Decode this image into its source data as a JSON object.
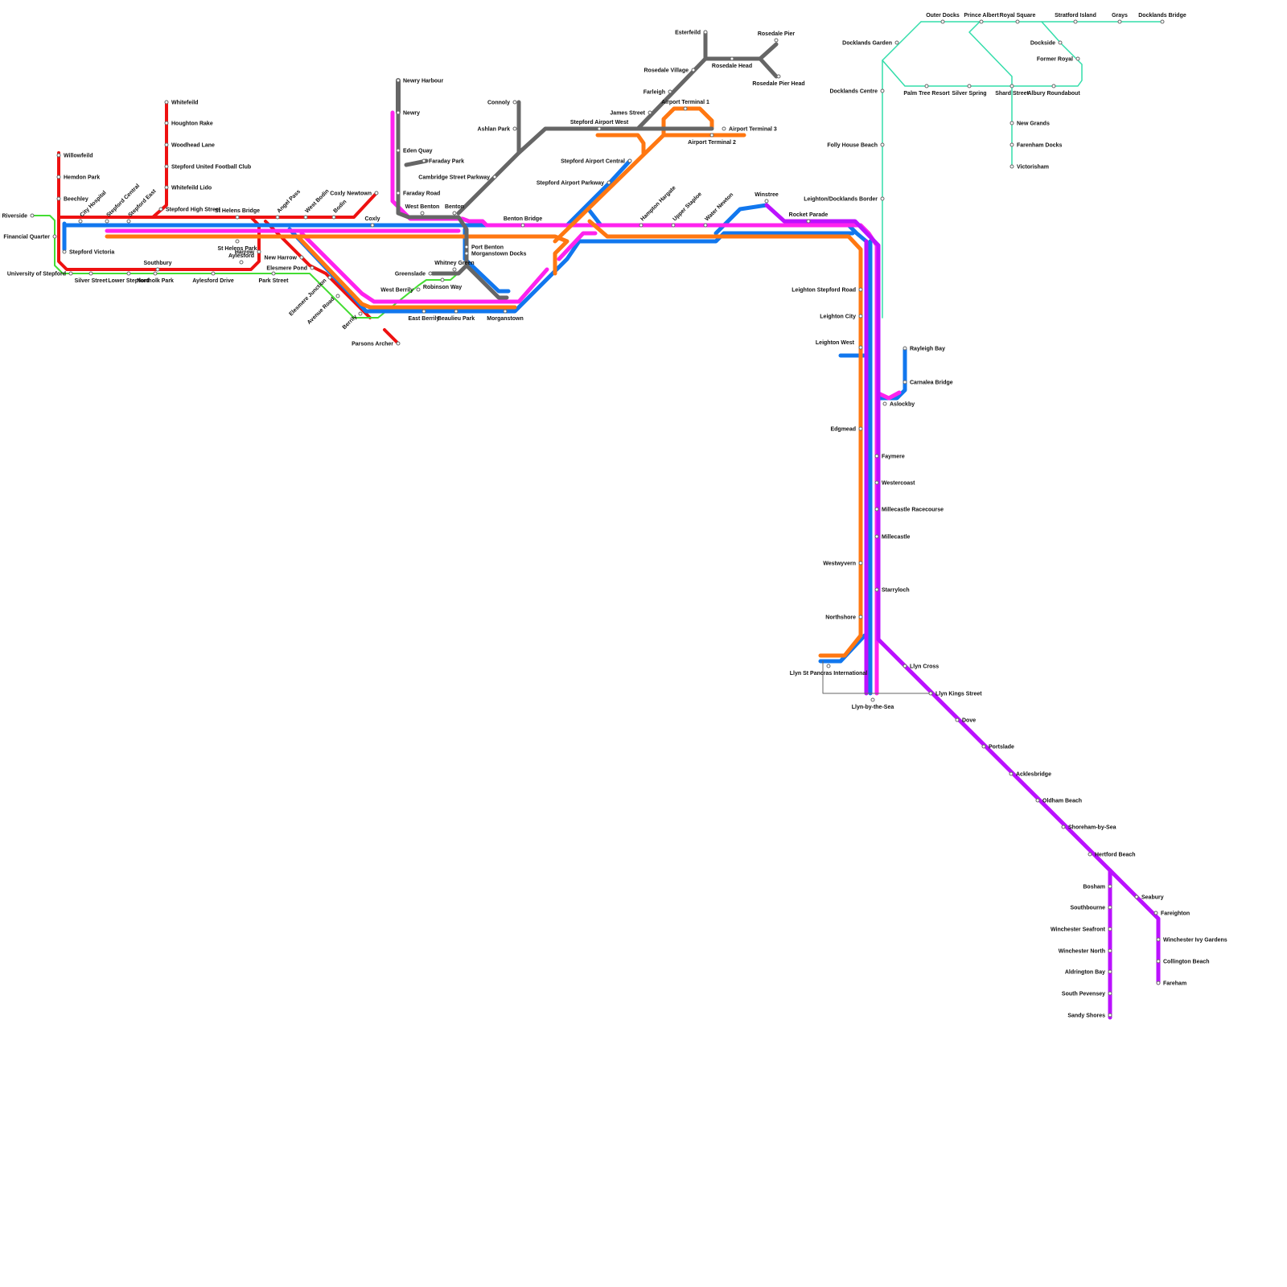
{
  "lines": [
    {
      "id": "red",
      "color": "#ee1111"
    },
    {
      "id": "green",
      "color": "#44dd33"
    },
    {
      "id": "blue",
      "color": "#1177ee"
    },
    {
      "id": "magenta",
      "color": "#ff22ee"
    },
    {
      "id": "orange",
      "color": "#ff7711"
    },
    {
      "id": "grey",
      "color": "#666666"
    },
    {
      "id": "purple",
      "color": "#bb11ff"
    },
    {
      "id": "teal",
      "color": "#33ddaa"
    }
  ],
  "stations": {
    "stepford_riverside": "Stepford Riverside",
    "financial_quarter": "Financial Quarter",
    "university_of_stepford": "University of Stepford",
    "willowfeild": "Willowfeild",
    "hemdon_park": "Hemdon Park",
    "beechley": "Beechley",
    "city_hospital": "City Hospital",
    "stepford_central": "Stepford Central",
    "stepford_east": "Stepford East",
    "stepford_victoria": "Stepford Victoria",
    "whitefeild": "Whitefeild",
    "houghton_rake": "Houghton Rake",
    "woodhead_lane": "Woodhead Lane",
    "stepford_united_fc": "Stepford United Football Club",
    "whitefeild_lido": "Whitefeild Lido",
    "stepford_high_street": "Stepford High Street",
    "st_helens_bridge": "St Helens Bridge",
    "st_helens_park": "St Helens Park",
    "harrow": "Harrow",
    "aylesford": "Aylesford",
    "southbury": "Southbury",
    "silver_street": "Silver Street",
    "lower_stepford": "Lower Stepford",
    "northolk_park": "Northolk Park",
    "aylesford_drive": "Aylesford Drive",
    "park_street": "Park Street",
    "angel_pass": "Angel Pass",
    "west_bodin": "West Bodin",
    "bodin": "Bodin",
    "coxly_newtown": "Coxly Newtown",
    "coxly": "Coxly",
    "new_harrow": "New Harrow",
    "elesmere_pond": "Elesmere Pond",
    "elesmere_junction": "Elesmere Junction",
    "avenue_road": "Avenue Road",
    "berrily": "Berrily",
    "parsons_archer": "Parsons Archer",
    "west_berrily": "West Berrily",
    "east_berrily": "East Berrily",
    "beaulieu_park": "Beaulieu Park",
    "morganstown": "Morganstown",
    "robinson_way": "Robinson Way",
    "greenslade": "Greenslade",
    "whitney_green": "Whitney Green",
    "port_benton": "Port Benton",
    "morganstown_docks": "Morganstown Docks",
    "newry_harbour": "Newry Harbour",
    "newry": "Newry",
    "eden_quay": "Eden Quay",
    "faraday_park": "Faraday Park",
    "faraday_road": "Faraday Road",
    "west_benton": "West Benton",
    "benton": "Benton",
    "benton_bridge": "Benton Bridge",
    "cambridge_street_parkway": "Cambridge Street Parkway",
    "ashlan_park": "Ashlan Park",
    "connoly": "Connoly",
    "stepford_airport_west": "Stepford Airport West",
    "james_street": "James Street",
    "farleigh": "Farleigh",
    "rosedale_village": "Rosedale Village",
    "esterfeild": "Esterfeild",
    "rosedale_head": "Rosedale Head",
    "rosedale_pier": "Rosedale Pier",
    "rosedale_pier_head": "Rosedale Pier Head",
    "airport_terminal_1": "Airport Terminal 1",
    "airport_terminal_2": "Airport Terminal 2",
    "airport_terminal_3": "Airport Terminal 3",
    "stepford_airport_central": "Stepford Airport Central",
    "stepford_airport_parkway": "Stepford Airport Parkway",
    "hampton_hargate": "Hampton Hargate",
    "upper_staploe": "Upper Staploe",
    "water_newton": "Water Newton",
    "winstree": "Winstree",
    "rocket_parade": "Rocket Parade",
    "leighton_stepford_road": "Leighton Stepford Road",
    "leighton_city": "Leighton City",
    "leighton_west": "Leighton West",
    "rayleigh_bay": "Rayleigh Bay",
    "carnalea_bridge": "Carnalea Bridge",
    "aslockby": "Aslockby",
    "edgmead": "Edgmead",
    "faymere": "Faymere",
    "westercoast": "Westercoast",
    "millecastle_racecourse": "Millecastle Racecourse",
    "millecastle": "Millecastle",
    "westwyvern": "Westwyvern",
    "starryloch": "Starryloch",
    "northshore": "Northshore",
    "llyn_st_pancras": "Llyn St Pancras International",
    "llyn_by_the_sea": "Llyn-by-the-Sea",
    "llyn_cross": "Llyn Cross",
    "llyn_kings_street": "Llyn Kings Street",
    "dove": "Dove",
    "portslade": "Portslade",
    "acklesbridge": "Acklesbridge",
    "oldham_beach": "Oldham Beach",
    "shoreham_by_sea": "Shoreham-by-Sea",
    "hertford_beach": "Hertford Beach",
    "bosham": "Bosham",
    "southbourne": "Southbourne",
    "winchester_seafront": "Winchester Seafront",
    "winchester_north": "Winchester North",
    "aldrington_bay": "Aldrington Bay",
    "south_pevensey": "South Pevensey",
    "sandy_shores": "Sandy Shores",
    "seabury": "Seabury",
    "fareighton": "Fareighton",
    "winchester_ivy_gardens": "Winchester Ivy Gardens",
    "collington_beach": "Collington Beach",
    "fareham": "Fareham",
    "outer_docks": "Outer Docks",
    "prince_albert": "Prince Albert",
    "royal_square": "Royal Square",
    "stratford_island": "Stratford Island",
    "grays": "Grays",
    "docklands_bridge": "Docklands Bridge",
    "docklands_garden": "Docklands Garden",
    "dockside": "Dockside",
    "former_royal": "Former Royal",
    "docklands_centre": "Docklands Centre",
    "palm_tree_resort": "Palm Tree Resort",
    "silver_spring": "Silver Spring",
    "shard_street": "Shard Street",
    "albury_roundabout": "Albury Roundabout",
    "new_grands": "New Grands",
    "farenham_docks": "Farenham Docks",
    "victorisham": "Victorisham",
    "folly_house_beach": "Folly House Beach",
    "leighton_docklands_border": "Leighton/Docklands Border"
  }
}
